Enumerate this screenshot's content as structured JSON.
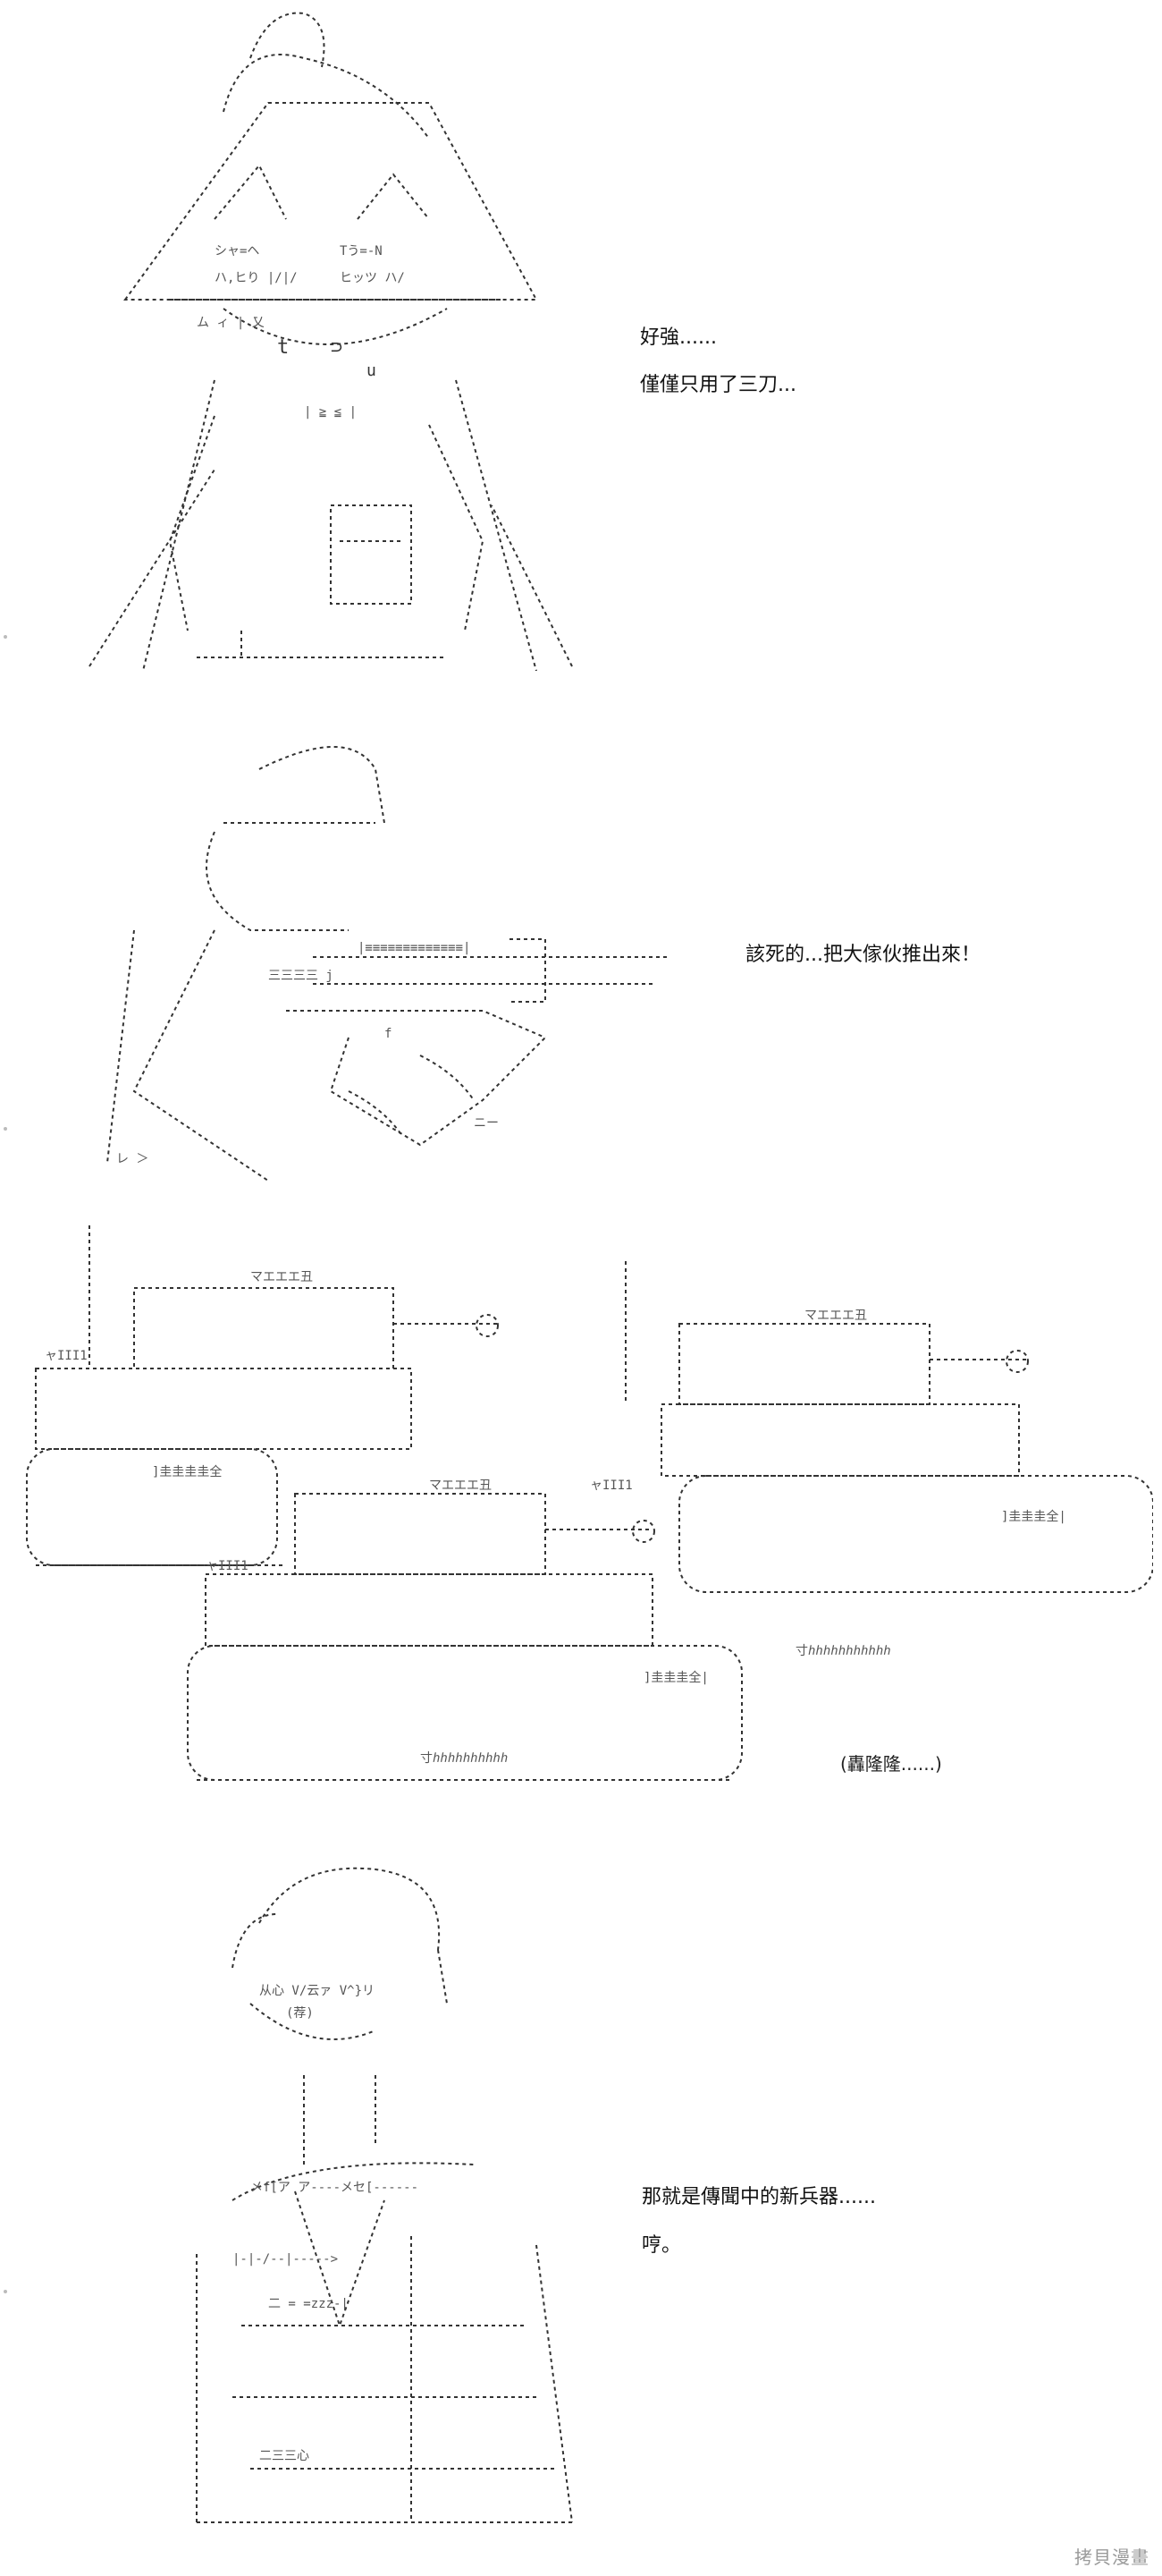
{
  "panels": [
    {
      "id": "panel-1",
      "lines": [
        "好強......",
        "僅僅只用了三刀..."
      ]
    },
    {
      "id": "panel-2",
      "lines": [
        "該死的...把大傢伙推出來！"
      ]
    },
    {
      "id": "panel-3",
      "sfx": "(轟隆隆......)"
    },
    {
      "id": "panel-4",
      "lines": [
        "那就是傳聞中的新兵器......",
        "哼。"
      ]
    }
  ],
  "watermark": "拷貝漫畫",
  "colors": {
    "background": "#ffffff",
    "ink": "#111111",
    "watermark": "#9a9a9a"
  }
}
